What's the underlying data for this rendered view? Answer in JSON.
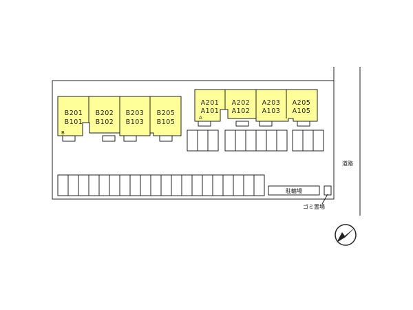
{
  "buildings": {
    "B": {
      "tag": "B",
      "units": [
        {
          "upper": "B201",
          "lower": "B101"
        },
        {
          "upper": "B202",
          "lower": "B102"
        },
        {
          "upper": "B203",
          "lower": "B103"
        },
        {
          "upper": "B205",
          "lower": "B105"
        }
      ]
    },
    "A": {
      "tag": "A",
      "units": [
        {
          "upper": "A201",
          "lower": "A101"
        },
        {
          "upper": "A202",
          "lower": "A102"
        },
        {
          "upper": "A203",
          "lower": "A103"
        },
        {
          "upper": "A205",
          "lower": "A105"
        }
      ]
    }
  },
  "labels": {
    "bicycle_parking": "駐輪場",
    "garbage": "ゴミ置場",
    "road": "道路"
  },
  "colors": {
    "building_fill": "#ffff99",
    "line": "#222222"
  }
}
